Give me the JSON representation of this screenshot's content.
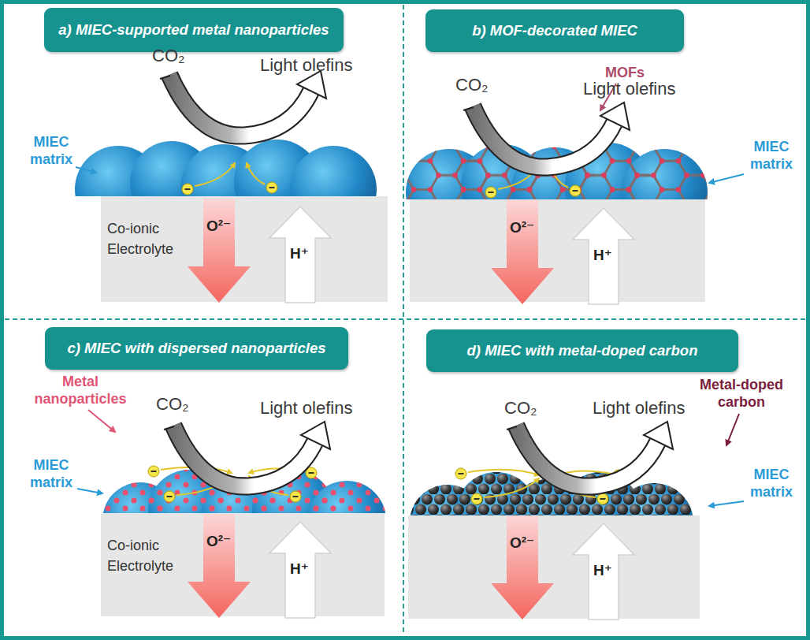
{
  "diagram": {
    "nodes": [
      {
        "text": [
          "a) MIEC-supported metal nanoparticles"
        ]
      },
      {
        "text": [
          "Co-ionic Electrolyte"
        ]
      },
      {
        "text": [
          "b) MOF-decorated MIEC"
        ]
      },
      {
        "text": [
          "c) MIEC with dispersed nanoparticles"
        ]
      },
      {
        "text": [
          "Co-ionic Electrolyte"
        ]
      },
      {
        "text": [
          "d) MIEC with metal-doped carbon"
        ]
      }
    ],
    "labels": [
      "CO₂",
      "Light olefins",
      "MIEC matrix",
      "O²⁻",
      "H⁺",
      "CO₂",
      "Light olefins",
      "MOFs",
      "MIEC matrix",
      "O²⁻",
      "H⁺",
      "CO₂",
      "Light olefins",
      "Metal nanoparticles",
      "MIEC matrix",
      "O²⁻",
      "H⁺",
      "CO₂",
      "Light olefins",
      "Metal-doped carbon",
      "MIEC matrix",
      "O²⁻",
      "H⁺"
    ]
  }
}
